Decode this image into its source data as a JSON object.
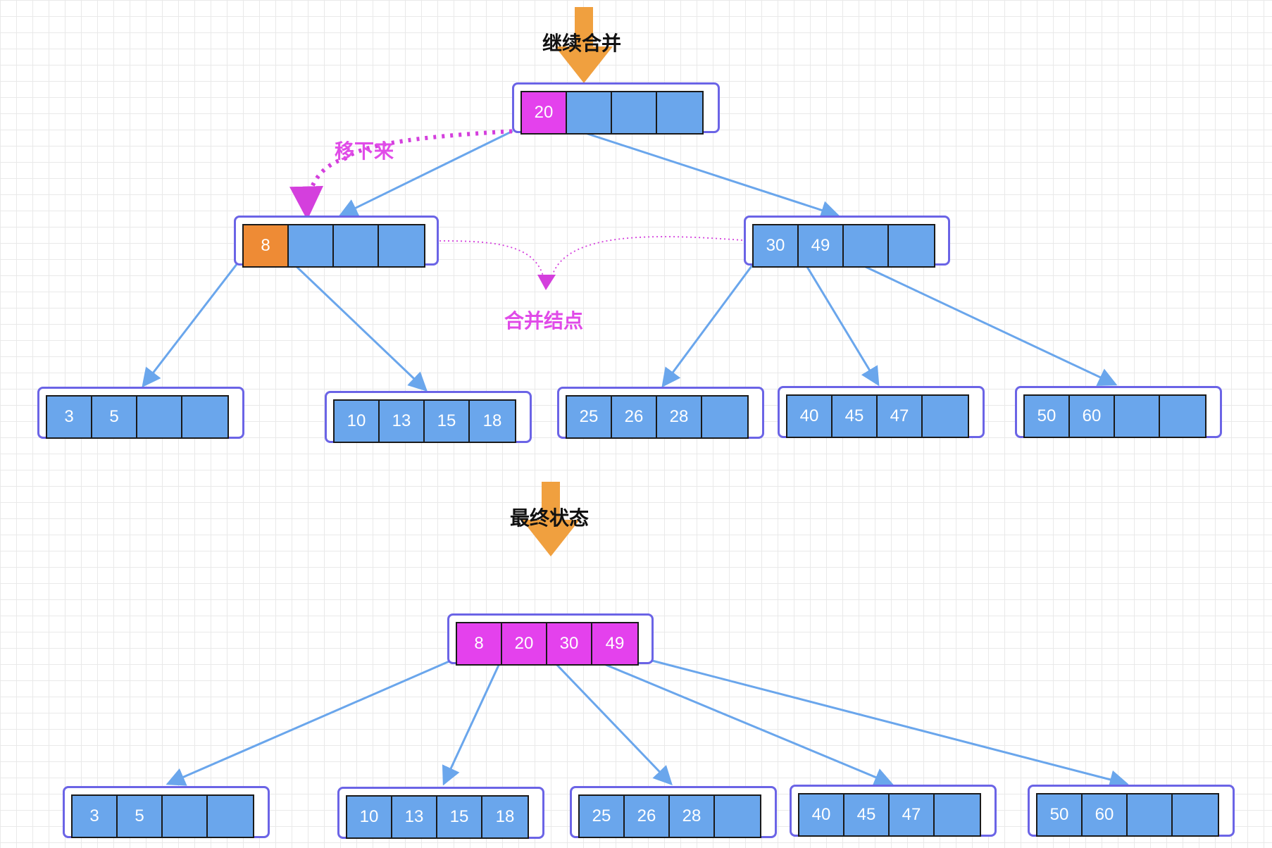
{
  "colors": {
    "node_border": "#6b64e6",
    "cell_blue": "#6aa6ec",
    "cell_magenta": "#e441ed",
    "cell_orange": "#ee8b35",
    "edge": "#6aa6ec",
    "big_arrow": "#f0a03f",
    "annotation": "#d43fdd"
  },
  "labels": {
    "continue_merge": "继续合并",
    "move_down": "移下来",
    "merge_node": "合并结点",
    "final_state": "最终状态"
  },
  "before": {
    "root": {
      "cells": [
        {
          "v": "20",
          "c": "magenta"
        },
        {
          "v": "",
          "c": "blue"
        },
        {
          "v": "",
          "c": "blue"
        },
        {
          "v": "",
          "c": "blue"
        }
      ]
    },
    "left_internal": {
      "cells": [
        {
          "v": "8",
          "c": "orange"
        },
        {
          "v": "",
          "c": "blue"
        },
        {
          "v": "",
          "c": "blue"
        },
        {
          "v": "",
          "c": "blue"
        }
      ]
    },
    "right_internal": {
      "cells": [
        {
          "v": "30",
          "c": "blue"
        },
        {
          "v": "49",
          "c": "blue"
        },
        {
          "v": "",
          "c": "blue"
        },
        {
          "v": "",
          "c": "blue"
        }
      ]
    },
    "leaves": [
      {
        "cells": [
          {
            "v": "3",
            "c": "blue"
          },
          {
            "v": "5",
            "c": "blue"
          },
          {
            "v": "",
            "c": "blue"
          },
          {
            "v": "",
            "c": "blue"
          }
        ]
      },
      {
        "cells": [
          {
            "v": "10",
            "c": "blue"
          },
          {
            "v": "13",
            "c": "blue"
          },
          {
            "v": "15",
            "c": "blue"
          },
          {
            "v": "18",
            "c": "blue"
          }
        ]
      },
      {
        "cells": [
          {
            "v": "25",
            "c": "blue"
          },
          {
            "v": "26",
            "c": "blue"
          },
          {
            "v": "28",
            "c": "blue"
          },
          {
            "v": "",
            "c": "blue"
          }
        ]
      },
      {
        "cells": [
          {
            "v": "40",
            "c": "blue"
          },
          {
            "v": "45",
            "c": "blue"
          },
          {
            "v": "47",
            "c": "blue"
          },
          {
            "v": "",
            "c": "blue"
          }
        ]
      },
      {
        "cells": [
          {
            "v": "50",
            "c": "blue"
          },
          {
            "v": "60",
            "c": "blue"
          },
          {
            "v": "",
            "c": "blue"
          },
          {
            "v": "",
            "c": "blue"
          }
        ]
      }
    ]
  },
  "after": {
    "root": {
      "cells": [
        {
          "v": "8",
          "c": "magenta"
        },
        {
          "v": "20",
          "c": "magenta"
        },
        {
          "v": "30",
          "c": "magenta"
        },
        {
          "v": "49",
          "c": "magenta"
        }
      ]
    },
    "leaves": [
      {
        "cells": [
          {
            "v": "3",
            "c": "blue"
          },
          {
            "v": "5",
            "c": "blue"
          },
          {
            "v": "",
            "c": "blue"
          },
          {
            "v": "",
            "c": "blue"
          }
        ]
      },
      {
        "cells": [
          {
            "v": "10",
            "c": "blue"
          },
          {
            "v": "13",
            "c": "blue"
          },
          {
            "v": "15",
            "c": "blue"
          },
          {
            "v": "18",
            "c": "blue"
          }
        ]
      },
      {
        "cells": [
          {
            "v": "25",
            "c": "blue"
          },
          {
            "v": "26",
            "c": "blue"
          },
          {
            "v": "28",
            "c": "blue"
          },
          {
            "v": "",
            "c": "blue"
          }
        ]
      },
      {
        "cells": [
          {
            "v": "40",
            "c": "blue"
          },
          {
            "v": "45",
            "c": "blue"
          },
          {
            "v": "47",
            "c": "blue"
          },
          {
            "v": "",
            "c": "blue"
          }
        ]
      },
      {
        "cells": [
          {
            "v": "50",
            "c": "blue"
          },
          {
            "v": "60",
            "c": "blue"
          },
          {
            "v": "",
            "c": "blue"
          },
          {
            "v": "",
            "c": "blue"
          }
        ]
      }
    ]
  }
}
